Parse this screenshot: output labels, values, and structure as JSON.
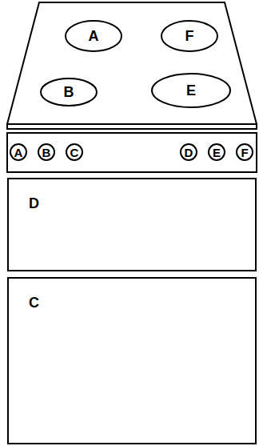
{
  "diagram": {
    "nodes": [
      {
        "text": [
          "A"
        ]
      },
      {
        "text": [
          "F"
        ]
      },
      {
        "text": [
          "B"
        ]
      },
      {
        "text": [
          "E"
        ]
      },
      {
        "text": [
          "A"
        ]
      },
      {
        "text": [
          "B"
        ]
      },
      {
        "text": [
          "C"
        ]
      },
      {
        "text": [
          "D"
        ]
      },
      {
        "text": [
          "E"
        ]
      },
      {
        "text": [
          "F"
        ]
      },
      {
        "text": [
          "D"
        ]
      },
      {
        "text": [
          "C"
        ]
      }
    ]
  }
}
